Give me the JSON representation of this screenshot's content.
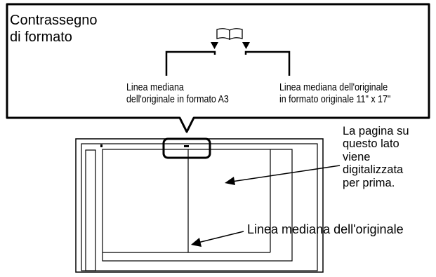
{
  "callout": {
    "size_mark_label": "Contrassegno\ndi formato",
    "midline_a3": "Linea mediana\ndell'originale in formato A3",
    "midline_11x17": "Linea mediana dell'originale\nin formato originale 11\" x 17\"",
    "book_icon": "open-book-icon"
  },
  "glass": {
    "first_page_label": "La pagina su\nquesto lato\nviene\ndigitalizzata\nper prima.",
    "centerline_label": "Linea mediana dell'originale"
  }
}
